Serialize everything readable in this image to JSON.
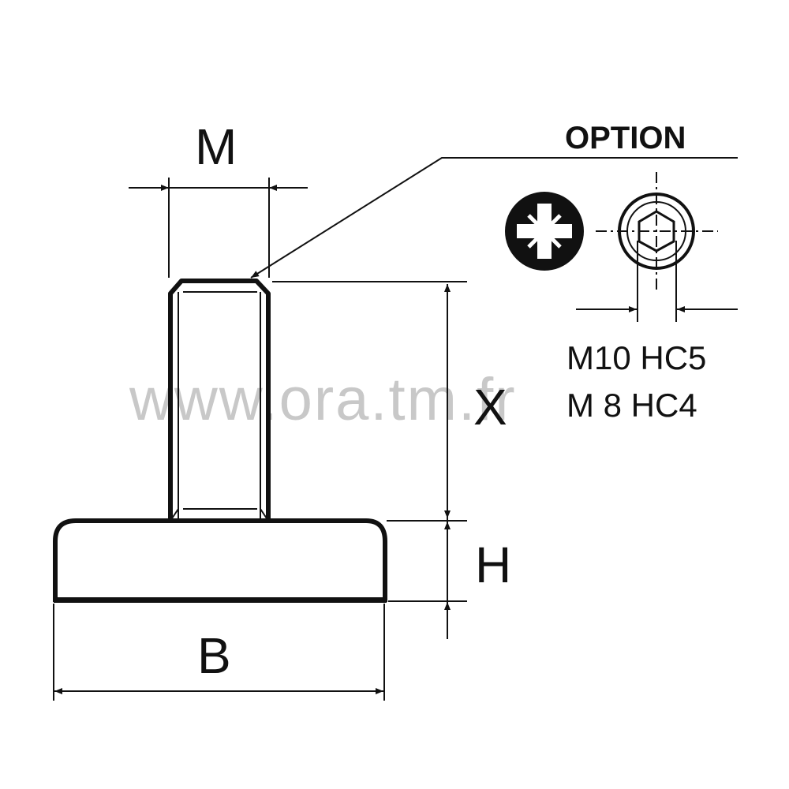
{
  "watermark": "www.ora.tm.fr",
  "dimensions": {
    "m": "M",
    "x": "X",
    "h": "H",
    "b": "B"
  },
  "option": {
    "title": "OPTION",
    "specs": [
      "M10 HC5",
      "M 8 HC4"
    ]
  },
  "colors": {
    "line": "#111111",
    "watermark": "#c8c8c8"
  },
  "icons": [
    "pozidriv-icon",
    "hex-socket-icon"
  ]
}
